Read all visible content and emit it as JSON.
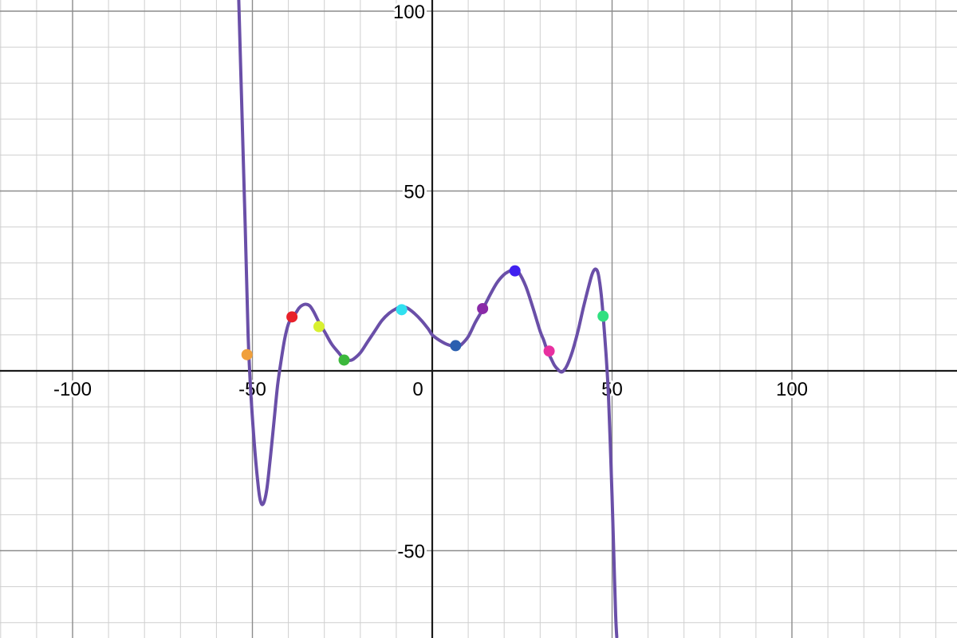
{
  "chart_data": {
    "type": "line",
    "title": "",
    "xlabel": "",
    "ylabel": "",
    "xlim": [
      -120,
      146
    ],
    "ylim": [
      -74,
      103
    ],
    "grid": true,
    "x_ticks": [
      {
        "value": -100,
        "label": "-100"
      },
      {
        "value": -50,
        "label": "-50"
      },
      {
        "value": 0,
        "label": "0"
      },
      {
        "value": 50,
        "label": "50"
      },
      {
        "value": 100,
        "label": "100"
      }
    ],
    "y_ticks": [
      {
        "value": 100,
        "label": "100"
      },
      {
        "value": 50,
        "label": "50"
      },
      {
        "value": -50,
        "label": "-50"
      }
    ],
    "curve": {
      "color": "#6a4fa8",
      "points": [
        [
          -53.8,
          103
        ],
        [
          -53,
          75
        ],
        [
          -52,
          40
        ],
        [
          -51.2,
          10
        ],
        [
          -50.5,
          -5
        ],
        [
          -49.5,
          -20
        ],
        [
          -48.5,
          -31
        ],
        [
          -47.8,
          -36
        ],
        [
          -47,
          -37
        ],
        [
          -46,
          -33
        ],
        [
          -45,
          -24
        ],
        [
          -44,
          -14
        ],
        [
          -43,
          -4
        ],
        [
          -42,
          3
        ],
        [
          -41,
          9
        ],
        [
          -40,
          13
        ],
        [
          -39,
          15
        ],
        [
          -38,
          16
        ],
        [
          -37,
          17.5
        ],
        [
          -36,
          18.3
        ],
        [
          -35,
          18.5
        ],
        [
          -34,
          18
        ],
        [
          -33,
          16.5
        ],
        [
          -32,
          14.5
        ],
        [
          -31,
          12.5
        ],
        [
          -30,
          11
        ],
        [
          -28,
          7.5
        ],
        [
          -26,
          5
        ],
        [
          -25,
          3.8
        ],
        [
          -24,
          3.1
        ],
        [
          -23,
          2.9
        ],
        [
          -22,
          3.2
        ],
        [
          -20,
          5
        ],
        [
          -18,
          8
        ],
        [
          -16,
          11
        ],
        [
          -14,
          14
        ],
        [
          -12,
          16
        ],
        [
          -10,
          17.3
        ],
        [
          -8.5,
          17.8
        ],
        [
          -7,
          17.5
        ],
        [
          -5,
          16
        ],
        [
          -3,
          14
        ],
        [
          -1,
          11.5
        ],
        [
          0,
          10
        ],
        [
          2,
          8.5
        ],
        [
          4,
          7.4
        ],
        [
          6,
          6.8
        ],
        [
          7,
          6.7
        ],
        [
          8,
          7.2
        ],
        [
          10,
          9.5
        ],
        [
          12,
          13.5
        ],
        [
          14,
          17
        ],
        [
          16,
          21
        ],
        [
          18,
          24.5
        ],
        [
          20,
          26.8
        ],
        [
          22,
          28
        ],
        [
          23,
          28.2
        ],
        [
          24,
          27.5
        ],
        [
          26,
          23.5
        ],
        [
          28,
          17.5
        ],
        [
          30,
          11
        ],
        [
          31,
          8.5
        ],
        [
          32,
          5.5
        ],
        [
          33,
          3.5
        ],
        [
          34,
          1.5
        ],
        [
          35,
          0.3
        ],
        [
          35.8,
          -0.3
        ],
        [
          36.5,
          0
        ],
        [
          37.5,
          1.5
        ],
        [
          39,
          5.5
        ],
        [
          40.5,
          11
        ],
        [
          42,
          17.5
        ],
        [
          43.5,
          23.5
        ],
        [
          44.5,
          27
        ],
        [
          45.3,
          28.3
        ],
        [
          46,
          27.5
        ],
        [
          46.5,
          25
        ],
        [
          47,
          21
        ],
        [
          47.5,
          15.5
        ],
        [
          48,
          9
        ],
        [
          48.5,
          2
        ],
        [
          49,
          -7
        ],
        [
          49.5,
          -20
        ],
        [
          50,
          -35
        ],
        [
          50.5,
          -52
        ],
        [
          51,
          -68
        ],
        [
          51.3,
          -74
        ]
      ]
    },
    "points": [
      {
        "x": -51.5,
        "y": 4.5,
        "color": "#f0a03c"
      },
      {
        "x": -39,
        "y": 15,
        "color": "#e8202a"
      },
      {
        "x": -31.5,
        "y": 12.3,
        "color": "#d8f030"
      },
      {
        "x": -24.5,
        "y": 3,
        "color": "#3cb83c"
      },
      {
        "x": -8.5,
        "y": 17,
        "color": "#30e0f0"
      },
      {
        "x": 6.5,
        "y": 7,
        "color": "#2a5fb0"
      },
      {
        "x": 14,
        "y": 17.3,
        "color": "#8a2aa8"
      },
      {
        "x": 23,
        "y": 27.8,
        "color": "#4020f0"
      },
      {
        "x": 32.5,
        "y": 5.5,
        "color": "#e830a0"
      },
      {
        "x": 47.5,
        "y": 15.2,
        "color": "#30e080"
      }
    ]
  }
}
